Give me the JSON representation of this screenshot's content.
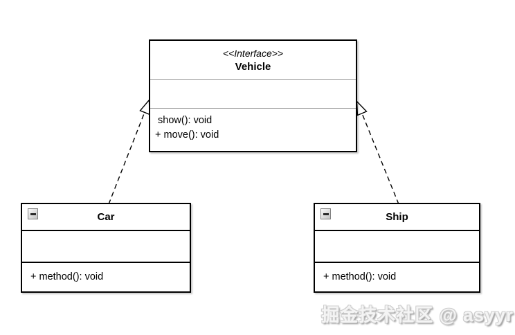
{
  "diagram": {
    "interface": {
      "stereotype": "<<Interface>>",
      "name": "Vehicle",
      "methods": [
        " show(): void",
        "+ move(): void"
      ]
    },
    "classes": [
      {
        "name": "Car",
        "methods": [
          "+ method(): void"
        ]
      },
      {
        "name": "Ship",
        "methods": [
          "+ method(): void"
        ]
      }
    ],
    "relationships": [
      {
        "from": "Car",
        "to": "Vehicle",
        "type": "realization",
        "line_style": "dashed",
        "arrow": "hollow-triangle"
      },
      {
        "from": "Ship",
        "to": "Vehicle",
        "type": "realization",
        "line_style": "dashed",
        "arrow": "hollow-triangle"
      }
    ],
    "icons": {
      "collapse": "minus-icon"
    }
  },
  "watermark": {
    "text": "掘金技术社区 @ asyyr"
  },
  "colors": {
    "background": "#ffffff",
    "box_fill": "#ffffff",
    "box_border": "#000000",
    "interface_divider": "#9e9e9e",
    "watermark_gray": "#8d8d8d"
  }
}
